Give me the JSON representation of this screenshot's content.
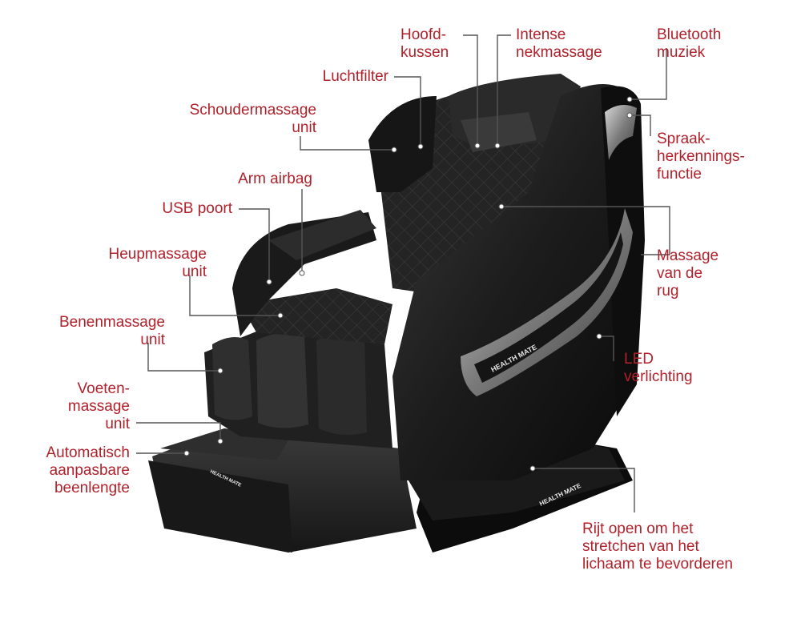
{
  "product": {
    "brand": "HEALTH MATE"
  },
  "colors": {
    "label_text": "#b0212b",
    "leader_line": "#555555",
    "chair_body": "#1e1e1e",
    "chair_accent": "#8c8c8c"
  },
  "labels": [
    {
      "id": "hoofdkussen",
      "lines": [
        "Hoofd-",
        "kussen"
      ]
    },
    {
      "id": "intense_nekmassage",
      "lines": [
        "Intense",
        "nekmassage"
      ]
    },
    {
      "id": "bluetooth_muziek",
      "lines": [
        "Bluetooth",
        "muziek"
      ]
    },
    {
      "id": "luchtfilter",
      "lines": [
        "Luchtfilter"
      ]
    },
    {
      "id": "schoudermassage",
      "lines": [
        "Schoudermassage",
        "unit"
      ]
    },
    {
      "id": "spraakherkenning",
      "lines": [
        "Spraak-",
        "herkennings-",
        "functie"
      ]
    },
    {
      "id": "arm_airbag",
      "lines": [
        "Arm airbag"
      ]
    },
    {
      "id": "usb_poort",
      "lines": [
        "USB poort"
      ]
    },
    {
      "id": "massage_rug",
      "lines": [
        "Massage",
        "van de",
        "rug"
      ]
    },
    {
      "id": "heupmassage",
      "lines": [
        "Heupmassage",
        "unit"
      ]
    },
    {
      "id": "benenmassage",
      "lines": [
        "Benenmassage",
        "unit"
      ]
    },
    {
      "id": "led_verlichting",
      "lines": [
        "LED",
        "verlichting"
      ]
    },
    {
      "id": "voetenmassage",
      "lines": [
        "Voeten-",
        "massage",
        "unit"
      ]
    },
    {
      "id": "automatisch_beenlengte",
      "lines": [
        "Automatisch",
        "aanpasbare",
        "beenlengte"
      ]
    },
    {
      "id": "rijt_open",
      "lines": [
        "Rijt open om het",
        "stretchen van het",
        "lichaam te bevorderen"
      ]
    }
  ]
}
